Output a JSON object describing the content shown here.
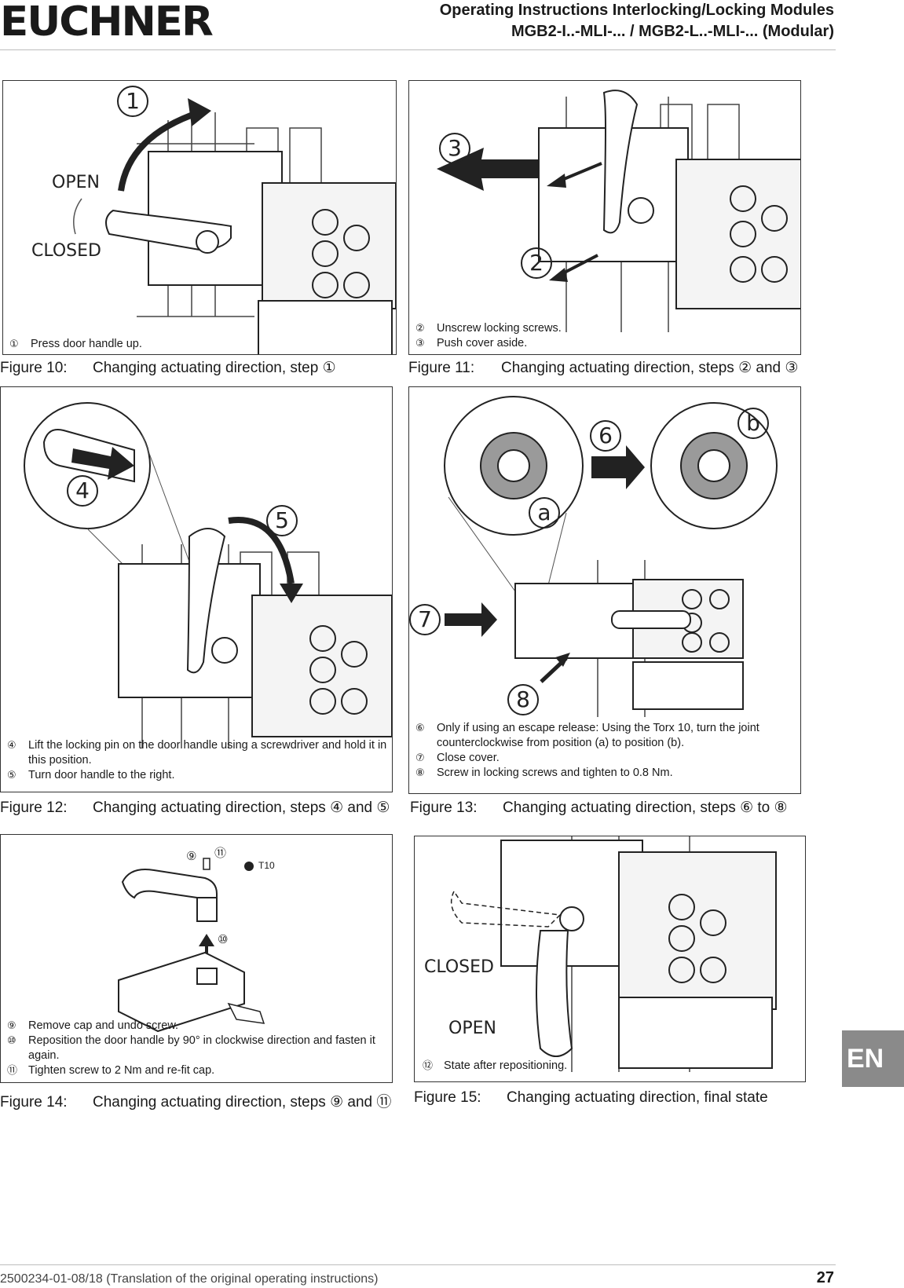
{
  "header": {
    "logo": "EUCHNER",
    "title_line1": "Operating Instructions Interlocking/Locking Modules",
    "title_line2": "MGB2-I..-MLI-... / MGB2-L..-MLI-... (Modular)"
  },
  "figures": [
    {
      "label": "Figure 10:",
      "caption": "Changing actuating direction, step ①",
      "callouts": [
        "1"
      ],
      "labels": [
        "OPEN",
        "CLOSED"
      ],
      "steps": [
        {
          "num": "①",
          "text": "Press door handle up."
        }
      ]
    },
    {
      "label": "Figure 11:",
      "caption": "Changing actuating direction, steps ② and ③",
      "callouts": [
        "3",
        "2"
      ],
      "steps": [
        {
          "num": "②",
          "text": "Unscrew locking screws."
        },
        {
          "num": "③",
          "text": "Push cover aside."
        }
      ]
    },
    {
      "label": "Figure 12:",
      "caption": "Changing actuating direction, steps ④ and ⑤",
      "callouts": [
        "4",
        "5"
      ],
      "steps": [
        {
          "num": "④",
          "text": "Lift the locking pin on the door handle using a screwdriver and hold it in this position."
        },
        {
          "num": "⑤",
          "text": "Turn door handle to the right."
        }
      ]
    },
    {
      "label": "Figure 13:",
      "caption": "Changing actuating direction, steps ⑥ to ⑧",
      "callouts": [
        "6",
        "b",
        "a",
        "7",
        "8"
      ],
      "steps": [
        {
          "num": "⑥",
          "text": "Only if using an escape release: Using the Torx 10, turn the joint counterclockwise from position (a) to position (b)."
        },
        {
          "num": "⑦",
          "text": "Close cover."
        },
        {
          "num": "⑧",
          "text": "Screw in locking screws and tighten to 0.8 Nm."
        }
      ]
    },
    {
      "label": "Figure 14:",
      "caption": "Changing actuating direction, steps ⑨ and ⑪",
      "callouts": [
        "⑨",
        "⑪",
        "⑩"
      ],
      "tool": "T10",
      "steps": [
        {
          "num": "⑨",
          "text": "Remove cap and undo screw."
        },
        {
          "num": "⑩",
          "text": "Reposition the door handle by 90° in clockwise direction and fasten it again."
        },
        {
          "num": "⑪",
          "text": "Tighten screw to 2 Nm and re-fit cap."
        }
      ]
    },
    {
      "label": "Figure 15:",
      "caption": "Changing actuating direction, final state",
      "labels": [
        "CLOSED",
        "OPEN"
      ],
      "steps": [
        {
          "num": "⑫",
          "text": "State after repositioning."
        }
      ]
    }
  ],
  "language_tab": "EN",
  "footer": {
    "doc": "2500234-01-08/18 (Translation of the original operating instructions)",
    "page": "27"
  }
}
